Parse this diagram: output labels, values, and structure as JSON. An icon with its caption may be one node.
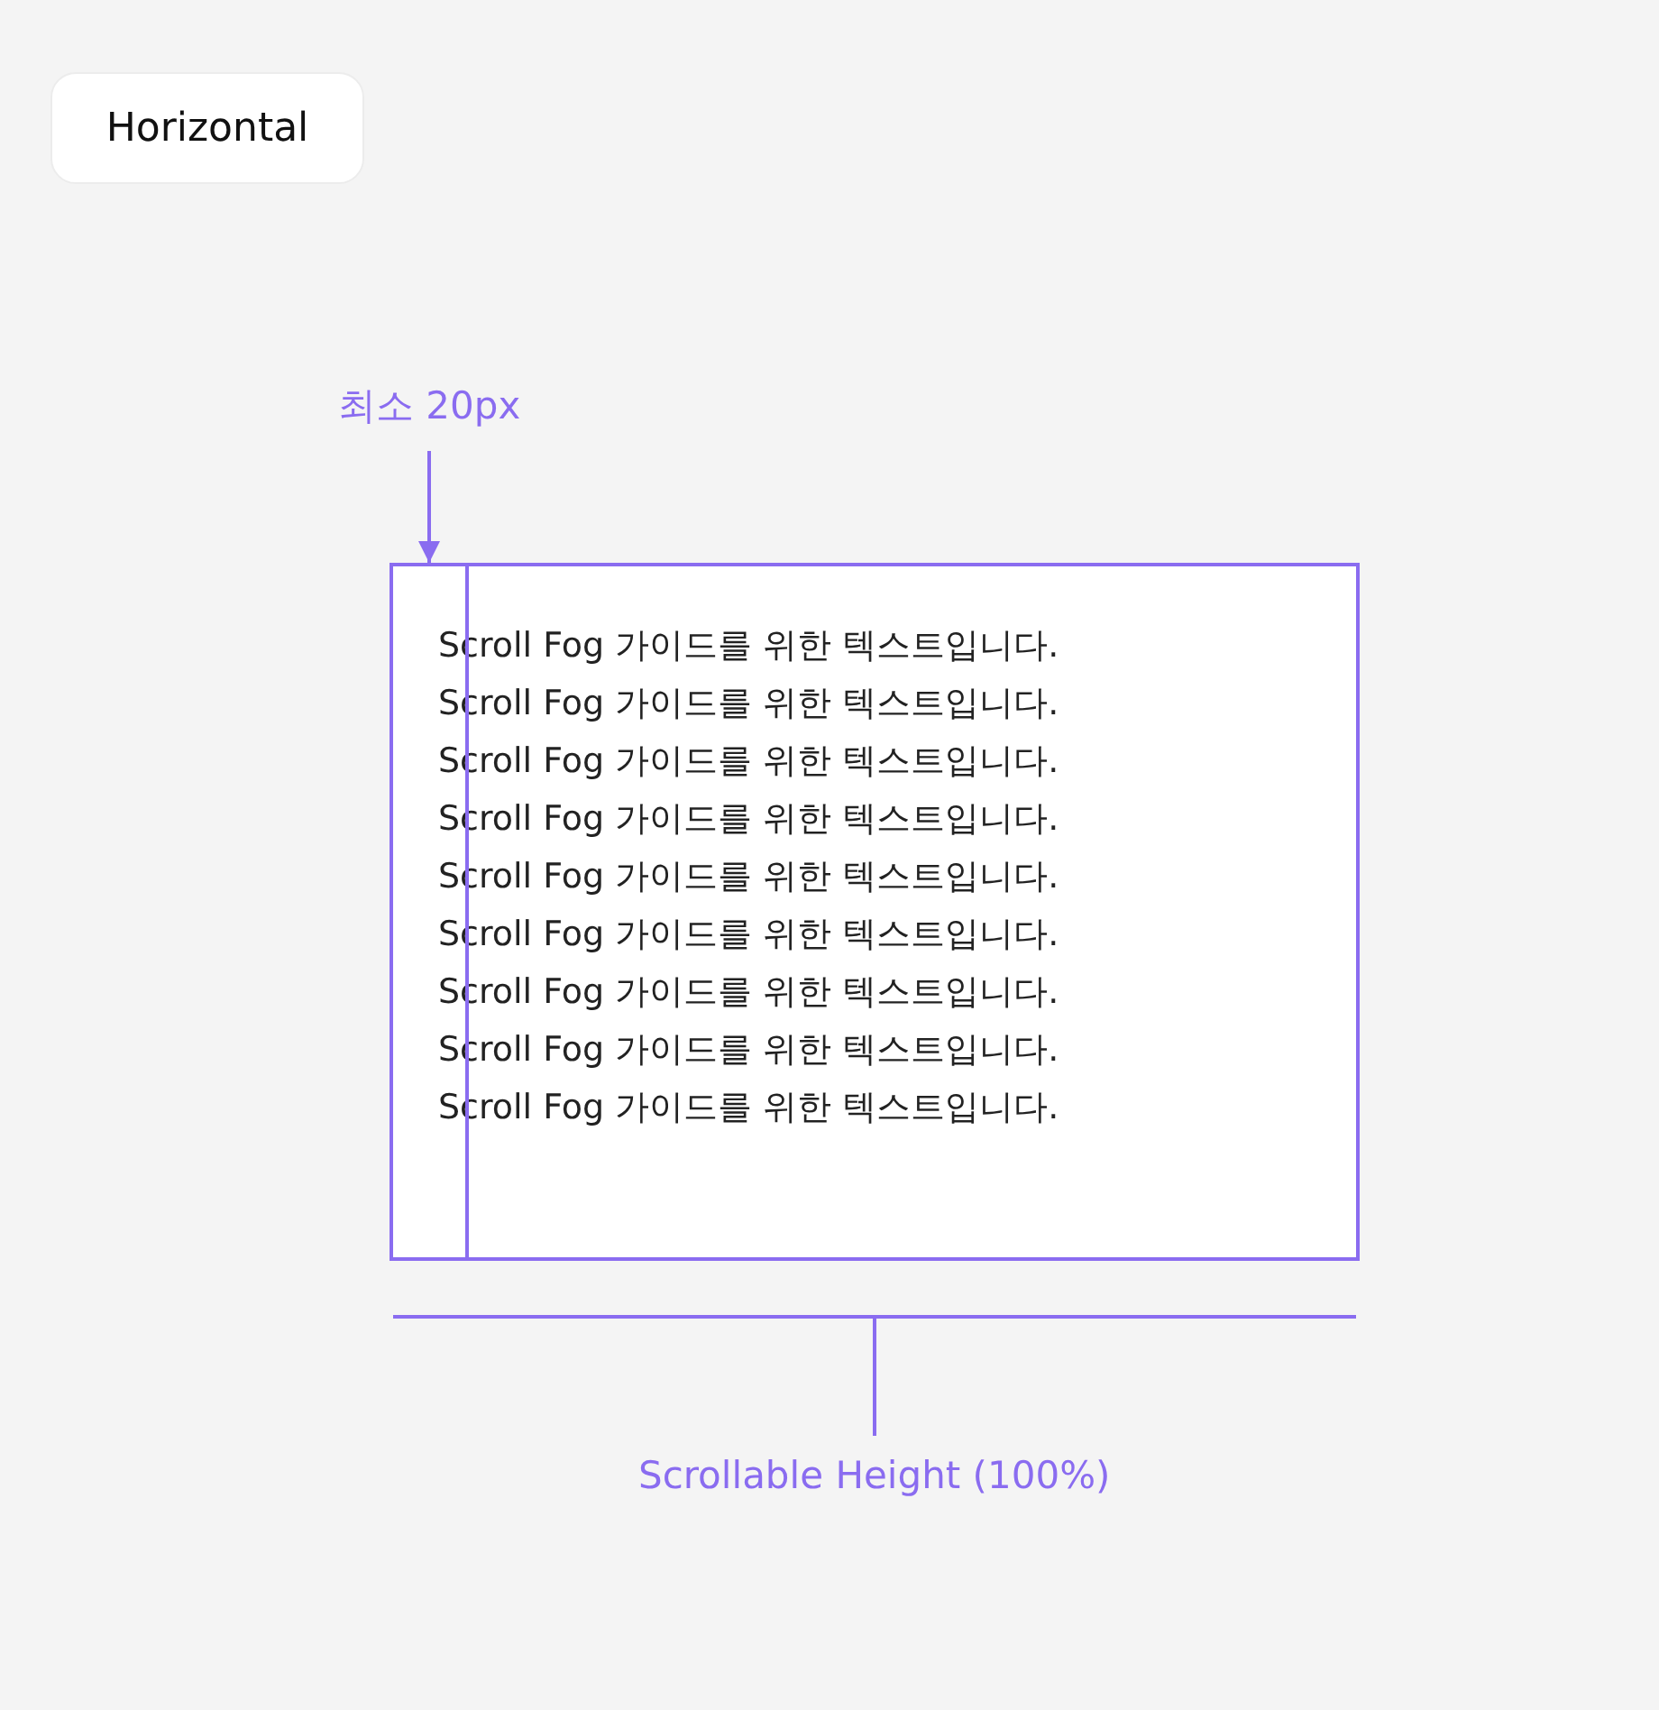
{
  "diagram": {
    "title": "Horizontal",
    "labels": [
      "최소 20px",
      "Scroll Fog 가이드를 위한 텍스트입니다.",
      "Scroll Fog 가이드를 위한 텍스트입니다.",
      "Scroll Fog 가이드를 위한 텍스트입니다.",
      "Scroll Fog 가이드를 위한 텍스트입니다.",
      "Scroll Fog 가이드를 위한 텍스트입니다.",
      "Scroll Fog 가이드를 위한 텍스트입니다.",
      "Scroll Fog 가이드를 위한 텍스트입니다.",
      "Scroll Fog 가이드를 위한 텍스트입니다.",
      "Scroll Fog 가이드를 위한 텍스트입니다.",
      "Scrollable Height (100%)"
    ]
  }
}
